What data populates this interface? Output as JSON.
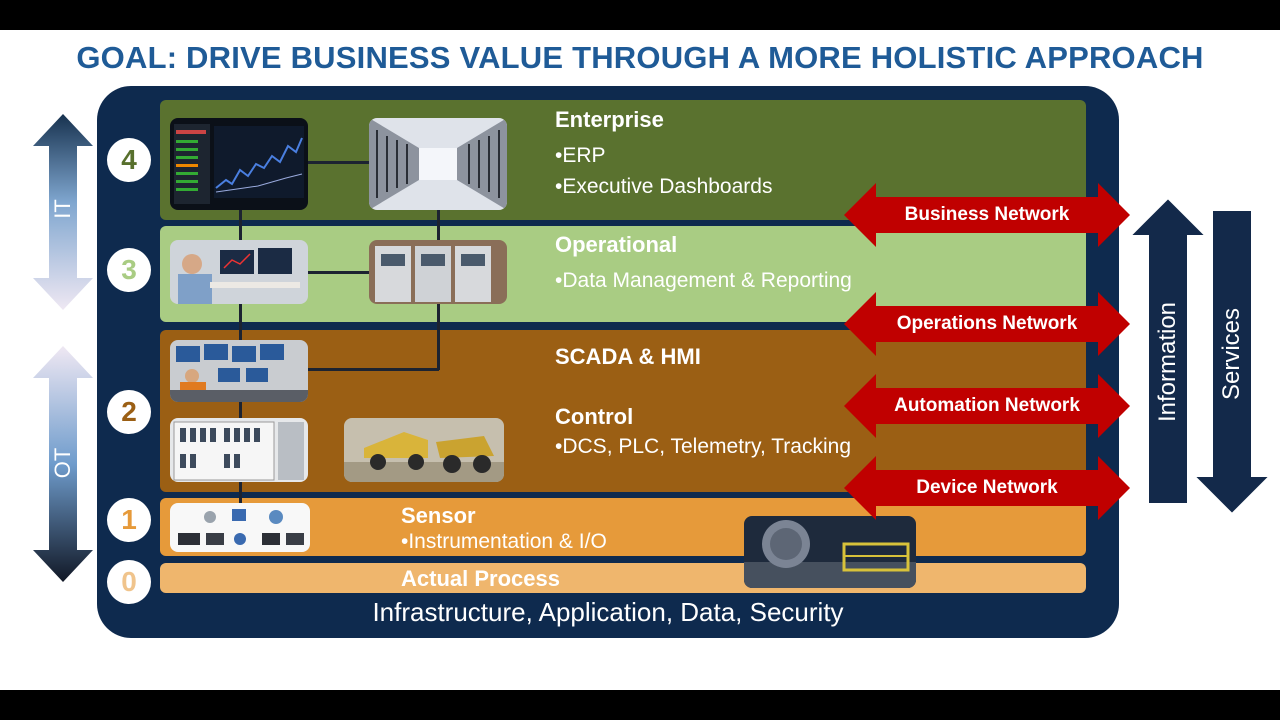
{
  "title": "GOAL: DRIVE BUSINESS VALUE THROUGH A MORE HOLISTIC APPROACH",
  "levels": [
    {
      "number": "4",
      "heading": "Enterprise",
      "items": [
        "•ERP",
        "•Executive Dashboards"
      ]
    },
    {
      "number": "3",
      "heading": "Operational",
      "items": [
        "•Data Management & Reporting"
      ]
    },
    {
      "number": "2",
      "heading_a": "SCADA & HMI",
      "heading_b": "Control",
      "items": [
        "•DCS, PLC, Telemetry, Tracking"
      ]
    },
    {
      "number": "1",
      "heading": "Sensor",
      "items": [
        "•Instrumentation & I/O"
      ]
    },
    {
      "number": "0",
      "heading": "Actual Process"
    }
  ],
  "networks": [
    "Business Network",
    "Operations Network",
    "Automation Network",
    "Device Network"
  ],
  "footer": "Infrastructure, Application, Data, Security",
  "left_axis": {
    "top": "IT",
    "bottom": "OT"
  },
  "right_axis": {
    "up": "Information",
    "down": "Services"
  },
  "colors": {
    "title": "#1f5b97",
    "frame": "#0e2a4e",
    "level4": "#5a722f",
    "level3": "#a9cc83",
    "level2": "#9b5f14",
    "level1": "#e69a3a",
    "level0": "#efb66d",
    "network_arrow": "#c00000"
  }
}
